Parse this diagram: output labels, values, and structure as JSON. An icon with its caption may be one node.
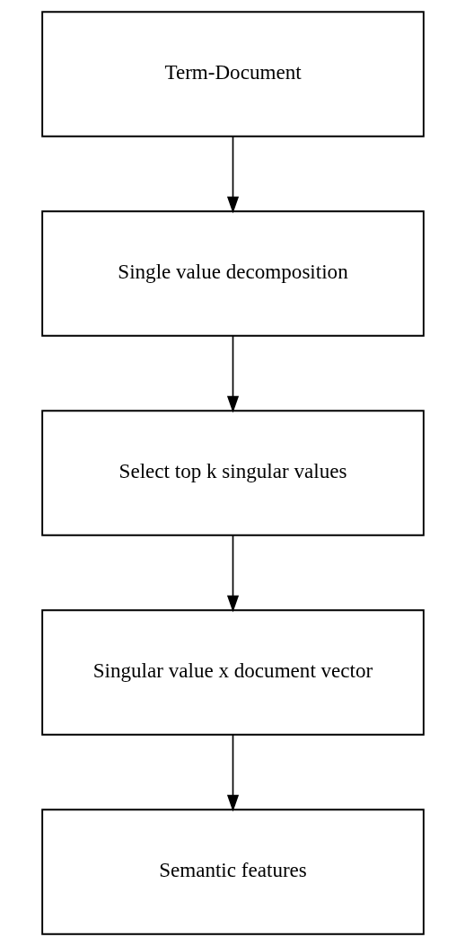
{
  "diagram": {
    "nodes": [
      {
        "text": [
          "Term-Document"
        ]
      },
      {
        "text": [
          "Single value decomposition"
        ]
      },
      {
        "text": [
          "Select top k singular values"
        ]
      },
      {
        "text": [
          "Singular value x document vector"
        ]
      },
      {
        "text": [
          "Semantic features"
        ]
      }
    ],
    "edges": [
      {
        "from": 0,
        "to": 1,
        "arrow": "to"
      },
      {
        "from": 1,
        "to": 2,
        "arrow": "to"
      },
      {
        "from": 2,
        "to": 3,
        "arrow": "to"
      },
      {
        "from": 3,
        "to": 4,
        "arrow": "to"
      }
    ]
  }
}
